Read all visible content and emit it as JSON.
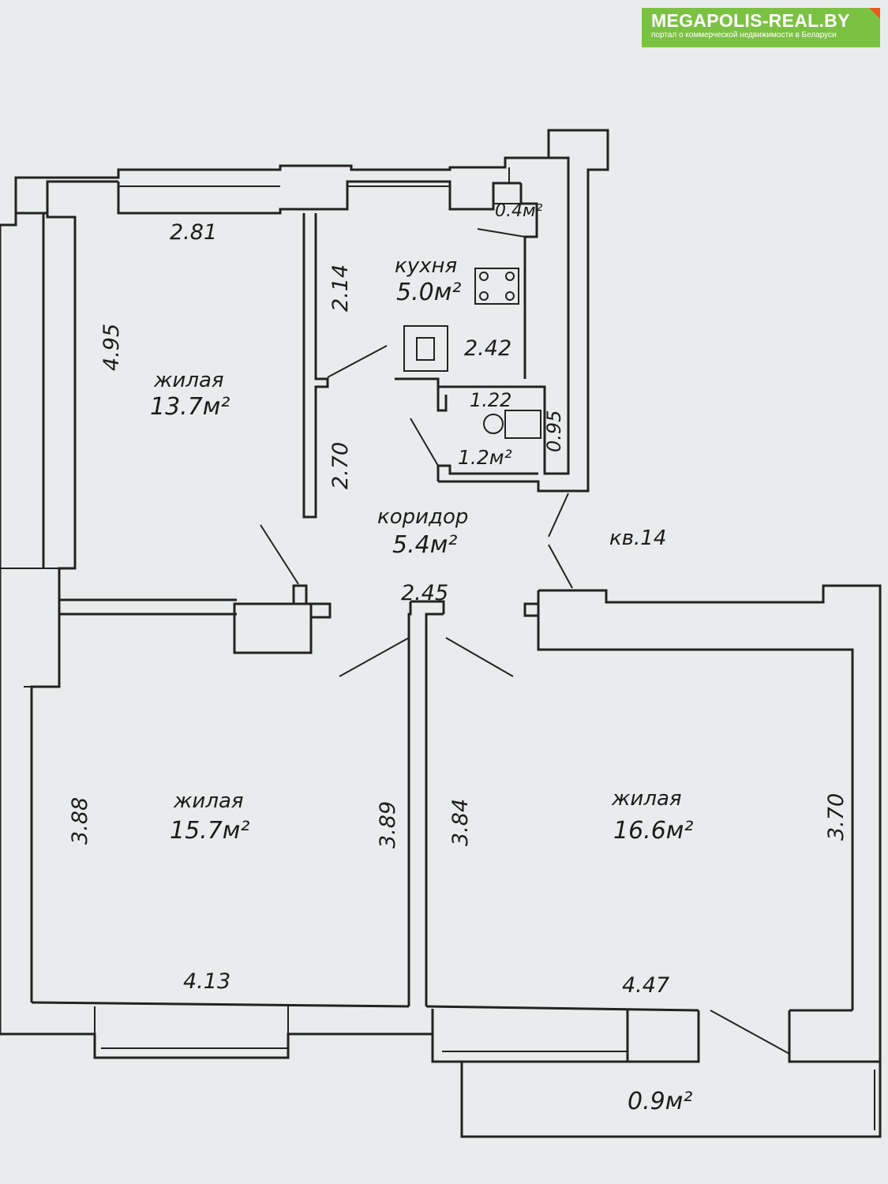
{
  "watermark": {
    "title": "MEGAPOLIS-REAL.BY",
    "subtitle": "портал о коммерческой недвижимости в Беларуси",
    "bg_color": "#7cc242",
    "accent_color": "#e85a1b"
  },
  "rooms": {
    "living_top": {
      "name": "жилая",
      "area": "13.7м²"
    },
    "kitchen": {
      "name": "кухня",
      "area": "5.0м²"
    },
    "pantry": {
      "area": "0.4м²"
    },
    "bathroom": {
      "area": "1.2м²"
    },
    "corridor": {
      "name": "коридор",
      "area": "5.4м²"
    },
    "living_left": {
      "name": "жилая",
      "area": "15.7м²"
    },
    "living_right": {
      "name": "жилая",
      "area": "16.6м²"
    },
    "balcony": {
      "area": "0.9м²"
    }
  },
  "apartment_label": "кв.14",
  "dimensions": {
    "top_room_width": "2.81",
    "top_room_height": "4.95",
    "kitchen_height": "2.14",
    "kitchen_width": "2.42",
    "bath_width": "1.22",
    "bath_height": "0.95",
    "corridor_height": "2.70",
    "corridor_width": "2.45",
    "left_room_height_a": "3.88",
    "left_room_height_b": "3.89",
    "left_room_width": "4.13",
    "right_room_height_a": "3.84",
    "right_room_height_b": "3.70",
    "right_room_width": "4.47"
  },
  "colors": {
    "background": "#e9ecec",
    "lines": "#222222"
  }
}
